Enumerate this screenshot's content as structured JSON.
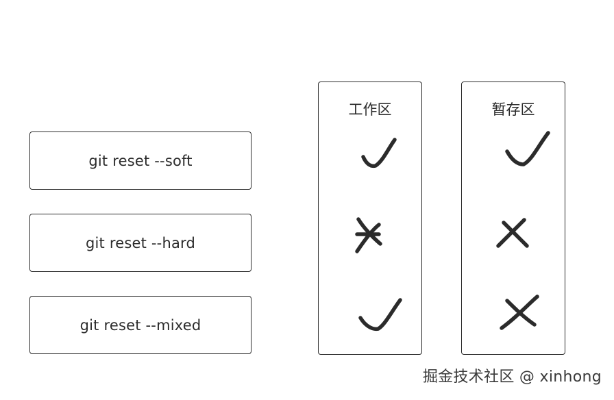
{
  "commands": [
    {
      "label": "git reset --soft"
    },
    {
      "label": "git reset --hard"
    },
    {
      "label": "git reset --mixed"
    }
  ],
  "columns": [
    {
      "title": "工作区",
      "marks": [
        "check-icon",
        "cross-icon",
        "check-icon"
      ]
    },
    {
      "title": "暂存区",
      "marks": [
        "check-icon",
        "cross-icon",
        "cross-icon"
      ]
    }
  ],
  "watermark": "掘金技术社区 @ xinhong"
}
